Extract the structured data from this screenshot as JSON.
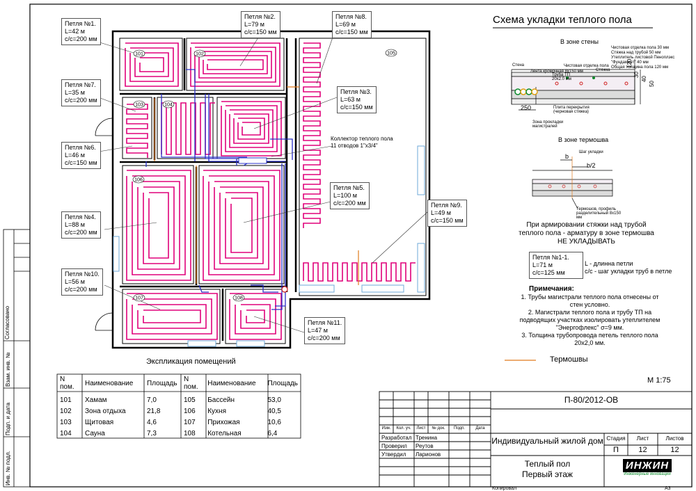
{
  "sheet_title": "Схема укладки теплого пола",
  "loops": [
    {
      "id": "loop1",
      "name": "Петля №1.",
      "length": "L=42 м",
      "step": "c/c=200 мм"
    },
    {
      "id": "loop2",
      "name": "Петля №2.",
      "length": "L=79 м",
      "step": "c/c=150 мм"
    },
    {
      "id": "loop8",
      "name": "Петля №8.",
      "length": "L=69 м",
      "step": "c/c=150 мм"
    },
    {
      "id": "loop7",
      "name": "Петля №7.",
      "length": "L=35 м",
      "step": "c/c=200 мм"
    },
    {
      "id": "loop3",
      "name": "Петля №3.",
      "length": "L=63 м",
      "step": "c/c=150 мм"
    },
    {
      "id": "loop6",
      "name": "Петля №6.",
      "length": "L=46 м",
      "step": "c/c=150 мм"
    },
    {
      "id": "loop5",
      "name": "Петля №5.",
      "length": "L=100 м",
      "step": "c/c=200 мм"
    },
    {
      "id": "loop4",
      "name": "Петля №4.",
      "length": "L=88 м",
      "step": "c/c=200 мм"
    },
    {
      "id": "loop9",
      "name": "Петля №9.",
      "length": "L=49 м",
      "step": "c/c=150 мм"
    },
    {
      "id": "loop10",
      "name": "Петля №10.",
      "length": "L=56 м",
      "step": "c/c=200 мм"
    },
    {
      "id": "loop11",
      "name": "Петля №11.",
      "length": "L=47 м",
      "step": "c/c=200 мм"
    }
  ],
  "collector": {
    "line1": "Коллектор теплого пола",
    "line2": "11 отводов 1\"x3/4\""
  },
  "room_tags": [
    "101",
    "102",
    "103",
    "104",
    "105",
    "106",
    "107",
    "108"
  ],
  "detail_wall": {
    "title": "В зоне стены",
    "dims": [
      "120",
      "30",
      "40",
      "50",
      "250"
    ],
    "notes": [
      "Чистовая отделка пола 30 мм",
      "Стяжка над трубой 50 мм",
      "Утеплитель листовой Пеноплэкс \"Фундамент\" 40 мм",
      "Общая толщина пола 120 мм",
      "Стена",
      "Лента кромочная 8х150 мм",
      "Чистовая отделка пола",
      "Труба ТП 20х2.0 мм",
      "Стяжка",
      "Плита перекрытия (черновая стяжка)",
      "Зона прокладки магистралей"
    ]
  },
  "detail_heater": {
    "title": "В зоне термошва",
    "dims": [
      "b",
      "b/2"
    ],
    "notes": [
      "Шаг укладки",
      "Термошов, профиль разделительный 8х150 мм"
    ]
  },
  "reinforcement_note": "При армировании стяжки над трубой теплого пола - арматуру в зоне термошва НЕ УКЛАДЫВАТЬ",
  "legend_loop": {
    "name": "Петля №1-1.",
    "length": "L=71 м",
    "step": "c/c=125 мм"
  },
  "legend_text": "L - длинна петли\nc/c - шаг укладки труб в петле",
  "notes_title": "Примечания:",
  "notes": [
    "1. Трубы магистрали теплого пола отнесены от стен условно.",
    "2. Магистрали теплого пола и трубу ТП на подводящих участках изолировать утеплителем \"Энергофлекс\" σ=9 мм.",
    "3. Толщина трубопровода петель теплого пола 20х2,0 мм."
  ],
  "thermoseam_label": "Термошвы",
  "scale": "М 1:75",
  "explication": {
    "title": "Экспликация помещений",
    "headers": [
      "N пом.",
      "Наименование",
      "Площадь"
    ],
    "left": [
      [
        "101",
        "Хамам",
        "7,0"
      ],
      [
        "102",
        "Зона отдыха",
        "21,8"
      ],
      [
        "103",
        "Щитовая",
        "4,6"
      ],
      [
        "104",
        "Сауна",
        "7,3"
      ]
    ],
    "right": [
      [
        "105",
        "Бассейн",
        "53,0"
      ],
      [
        "106",
        "Кухня",
        "40,5"
      ],
      [
        "107",
        "Прихожая",
        "10,6"
      ],
      [
        "108",
        "Котельная",
        "6,4"
      ]
    ]
  },
  "side_stamps": [
    "Согласовано",
    "Взам. инв. №",
    "Подп. и дата",
    "Инв. № подл."
  ],
  "titleblock": {
    "code": "П-80/2012-ОВ",
    "cols": [
      "Изм.",
      "Кол. уч.",
      "Лист",
      "№ док.",
      "Подп.",
      "Дата"
    ],
    "people": [
      [
        "Разработал",
        "Тренина"
      ],
      [
        "Проверил",
        "Реутов"
      ],
      [
        "Утвердил",
        "Ларионов"
      ]
    ],
    "object": "Индивидуальный жилой дом",
    "sheet": "Теплый пол\nПервый этаж",
    "stage_h": "Стадия",
    "sheet_h": "Лист",
    "sheets_h": "Листов",
    "stage": "П",
    "sheet_no": "12",
    "sheets_no": "12",
    "logo": "ИНЖИН",
    "logo_sub": "Инженерные инновации",
    "copied": "Копировал",
    "format": "А3"
  },
  "colors": {
    "loop": "#e0007a",
    "main_pipe": "#2a30c8",
    "wall": "#000000",
    "thermoseam": "#e07a1c",
    "window": "#6ea8d8"
  }
}
